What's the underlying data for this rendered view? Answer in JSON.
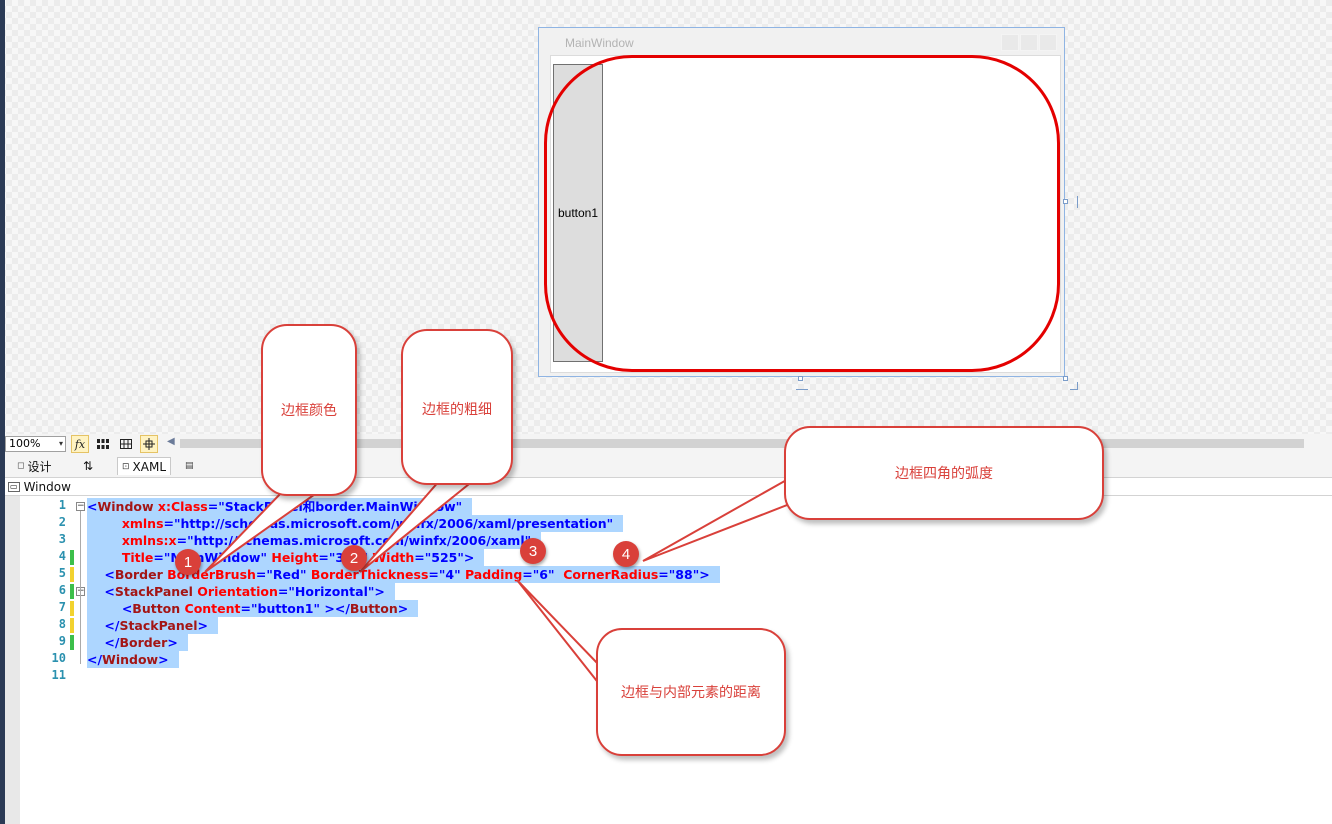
{
  "designer": {
    "window_title": "MainWindow",
    "button_content": "button1"
  },
  "toolbar": {
    "zoom": "100%",
    "zoom_arrow": "▾",
    "fx_label": "fx"
  },
  "tabs": {
    "design": "设计",
    "swap": "⇅",
    "xaml": "XAML"
  },
  "breadcrumb": {
    "item": "Window"
  },
  "editor": {
    "line_numbers": [
      "1",
      "2",
      "3",
      "4",
      "5",
      "6",
      "7",
      "8",
      "9",
      "10",
      "11"
    ],
    "lines": [
      [
        {
          "t": "<",
          "c": "c-blue"
        },
        {
          "t": "Window",
          "c": "c-dark"
        },
        {
          "t": " x:Class",
          "c": "c-red"
        },
        {
          "t": "=",
          "c": "c-blue"
        },
        {
          "t": "\"StackPanel和border.MainWindow\"",
          "c": "c-blue"
        }
      ],
      [
        {
          "t": "        xmlns",
          "c": "c-red"
        },
        {
          "t": "=",
          "c": "c-blue"
        },
        {
          "t": "\"http://schemas.microsoft.com/winfx/2006/xaml/presentation\"",
          "c": "c-blue"
        }
      ],
      [
        {
          "t": "        xmlns:x",
          "c": "c-red"
        },
        {
          "t": "=",
          "c": "c-blue"
        },
        {
          "t": "\"http://schemas.microsoft.com/winfx/2006/xaml\"",
          "c": "c-blue"
        }
      ],
      [
        {
          "t": "        Title",
          "c": "c-red"
        },
        {
          "t": "=",
          "c": "c-blue"
        },
        {
          "t": "\"MainWindow\"",
          "c": "c-blue"
        },
        {
          "t": " Height",
          "c": "c-red"
        },
        {
          "t": "=",
          "c": "c-blue"
        },
        {
          "t": "\"350\"",
          "c": "c-blue"
        },
        {
          "t": " Width",
          "c": "c-red"
        },
        {
          "t": "=",
          "c": "c-blue"
        },
        {
          "t": "\"525\"",
          "c": "c-blue"
        },
        {
          "t": ">",
          "c": "c-blue"
        }
      ],
      [
        {
          "t": "    <",
          "c": "c-blue"
        },
        {
          "t": "Border",
          "c": "c-dark"
        },
        {
          "t": " BorderBrush",
          "c": "c-red"
        },
        {
          "t": "=",
          "c": "c-blue"
        },
        {
          "t": "\"Red\"",
          "c": "c-blue"
        },
        {
          "t": " BorderThickness",
          "c": "c-red"
        },
        {
          "t": "=",
          "c": "c-blue"
        },
        {
          "t": "\"4\"",
          "c": "c-blue"
        },
        {
          "t": " Padding",
          "c": "c-red"
        },
        {
          "t": "=",
          "c": "c-blue"
        },
        {
          "t": "\"6\"",
          "c": "c-blue"
        },
        {
          "t": "  CornerRadius",
          "c": "c-red"
        },
        {
          "t": "=",
          "c": "c-blue"
        },
        {
          "t": "\"88\"",
          "c": "c-blue"
        },
        {
          "t": ">",
          "c": "c-blue"
        }
      ],
      [
        {
          "t": "    <",
          "c": "c-blue"
        },
        {
          "t": "StackPanel",
          "c": "c-dark"
        },
        {
          "t": " Orientation",
          "c": "c-red"
        },
        {
          "t": "=",
          "c": "c-blue"
        },
        {
          "t": "\"Horizontal\"",
          "c": "c-blue"
        },
        {
          "t": ">",
          "c": "c-blue"
        }
      ],
      [
        {
          "t": "        <",
          "c": "c-blue"
        },
        {
          "t": "Button",
          "c": "c-dark"
        },
        {
          "t": " Content",
          "c": "c-red"
        },
        {
          "t": "=",
          "c": "c-blue"
        },
        {
          "t": "\"button1\"",
          "c": "c-blue"
        },
        {
          "t": " ></",
          "c": "c-blue"
        },
        {
          "t": "Button",
          "c": "c-dark"
        },
        {
          "t": ">",
          "c": "c-blue"
        }
      ],
      [
        {
          "t": "    </",
          "c": "c-blue"
        },
        {
          "t": "StackPanel",
          "c": "c-dark"
        },
        {
          "t": ">",
          "c": "c-blue"
        }
      ],
      [
        {
          "t": "    </",
          "c": "c-blue"
        },
        {
          "t": "Border",
          "c": "c-dark"
        },
        {
          "t": ">",
          "c": "c-blue"
        }
      ],
      [
        {
          "t": "</",
          "c": "c-blue"
        },
        {
          "t": "Window",
          "c": "c-dark"
        },
        {
          "t": ">",
          "c": "c-blue"
        }
      ]
    ]
  },
  "annotations": {
    "callout_border_color": "边框颜色",
    "callout_border_thickness": "边框的粗细",
    "callout_corner_radius": "边框四角的弧度",
    "callout_padding": "边框与内部元素的距离",
    "badges": [
      "1",
      "2",
      "3",
      "4"
    ]
  }
}
